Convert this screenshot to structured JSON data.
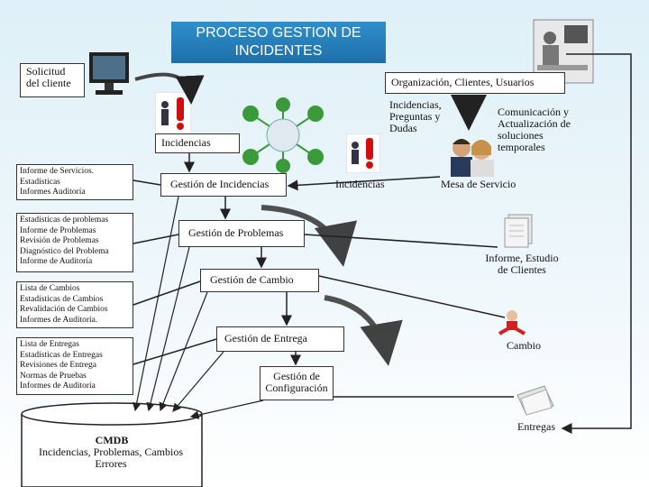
{
  "title": "PROCESO  GESTION DE INCIDENTES",
  "nodes": {
    "solicitud": "Solicitud del cliente",
    "organizacion": "Organización, Clientes, Usuarios",
    "incidencias_preguntas": "Incidencias, Preguntas y Dudas",
    "comunicacion": "Comunicación y Actualización de soluciones temporales",
    "incidencias_top": "Incidencias",
    "incidencias_mid": "Incidencias",
    "mesa_servicio": "Mesa de Servicio",
    "gestion_incidencias": "Gestión de Incidencias",
    "gestion_problemas": "Gestión de Problemas",
    "gestion_cambio": "Gestión de Cambio",
    "gestion_entrega": "Gestión de Entrega",
    "gestion_configuracion": "Gestión de Configuración",
    "informe_estudio": "Informe, Estudio de Clientes",
    "cambio": "Cambio",
    "entregas": "Entregas",
    "cmdb_title": "CMDB",
    "cmdb_sub": "Incidencias, Problemas, Cambios Errores"
  },
  "reports": {
    "r1": [
      "Informe de Servicios.",
      "Estadísticas",
      "Informes Auditoría"
    ],
    "r2": [
      "Estadísticas de problemas",
      "Informe de Problemas",
      "Revisión de Problemas",
      "Diagnóstico del Problema",
      "Informe de Auditoría"
    ],
    "r3": [
      "Lista de Cambios",
      "Estadísticas de Cambios",
      "Revalidación de Cambios",
      "Informes de Auditoría."
    ],
    "r4": [
      "Lista de Entregas",
      "Estadísticas de Entregas",
      "Revisiones de Entrega",
      "Normas de Pruebas",
      "Informes de Auditoría"
    ]
  },
  "colors": {
    "title_bg": "#1e6fa8",
    "arrow": "#222222",
    "globe": "#3a9a3a"
  },
  "icons": [
    "monitor-icon",
    "office-person-icon",
    "alert-person-icon",
    "globe-network-icon",
    "call-center-icon",
    "documents-icon",
    "change-icon",
    "papers-icon"
  ]
}
